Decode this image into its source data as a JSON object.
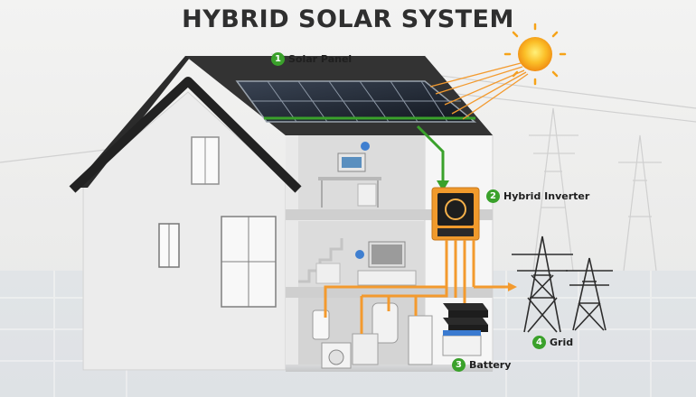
{
  "title": "HYBRID SOLAR SYSTEM",
  "components": [
    {
      "number": "1",
      "label": "Solar Panel"
    },
    {
      "number": "2",
      "label": "Hybrid Inverter"
    },
    {
      "number": "3",
      "label": "Battery"
    },
    {
      "number": "4",
      "label": "Grid"
    }
  ],
  "colors": {
    "badge": "#3aa12b",
    "dc_flow": "#3aa12b",
    "ac_flow": "#f39a2e",
    "roof": "#2b2b2b",
    "walls": "#f2f2f2",
    "sun": "#f7a71f"
  }
}
